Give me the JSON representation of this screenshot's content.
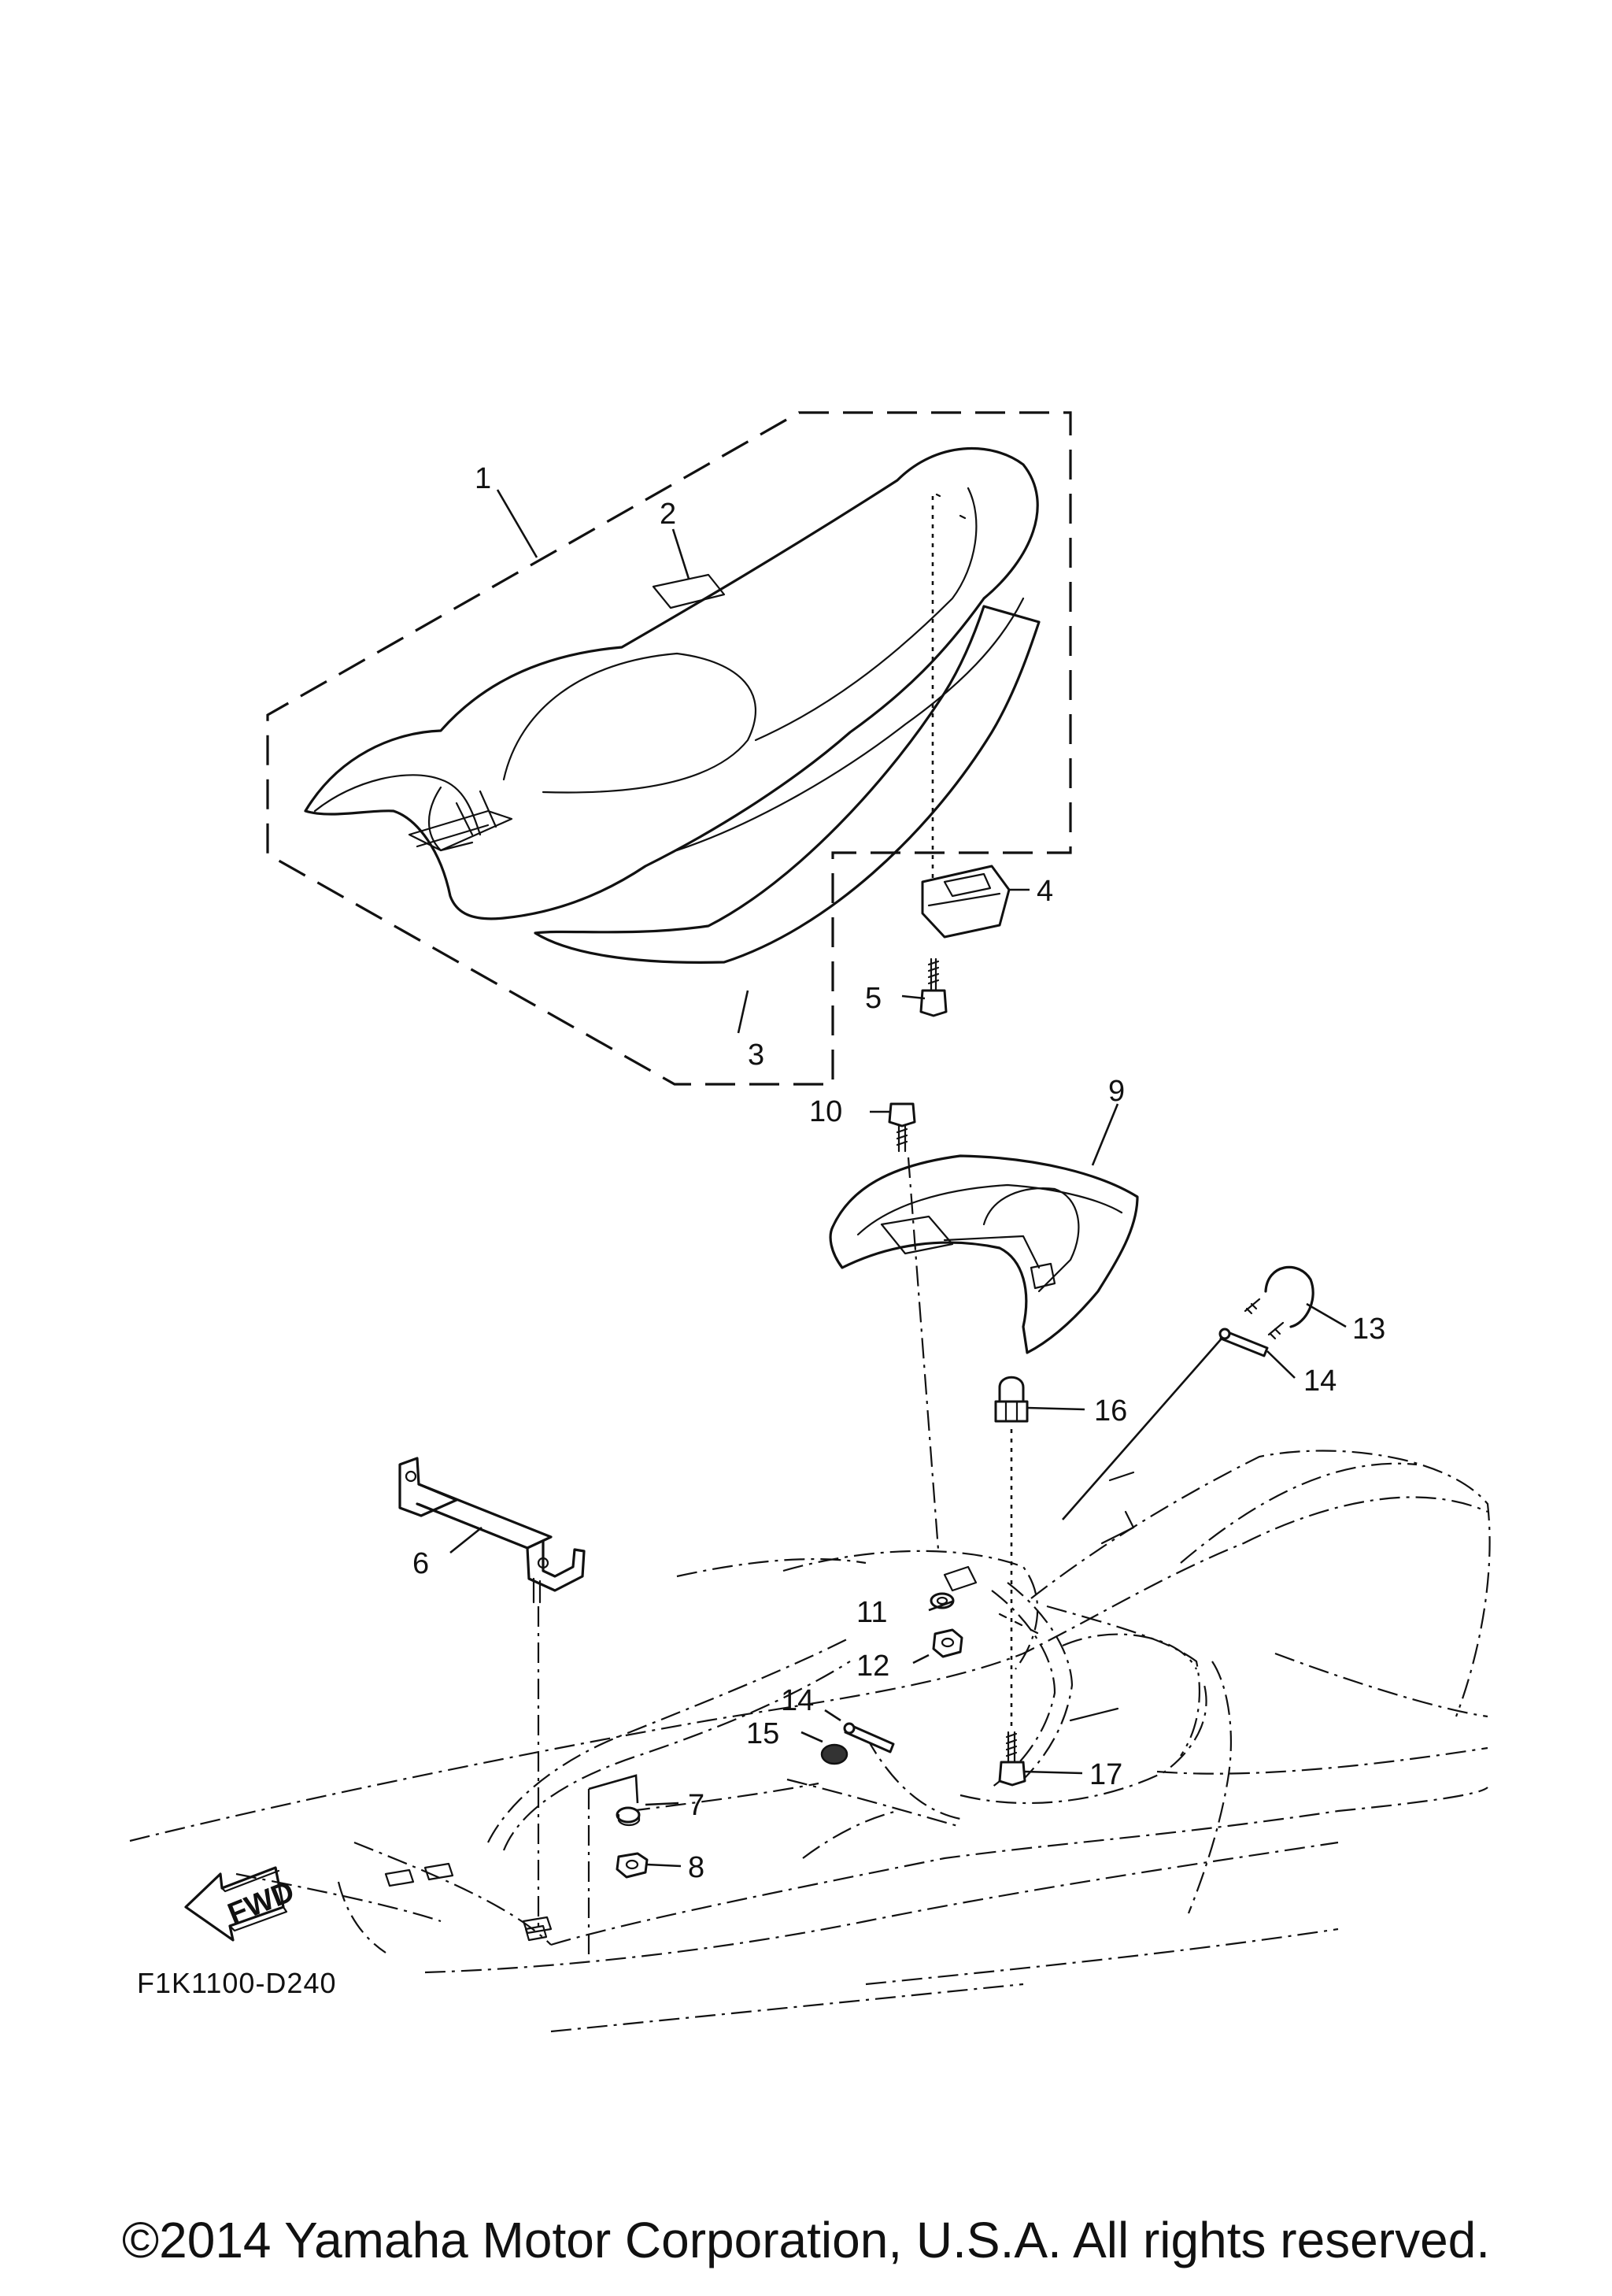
{
  "diagram": {
    "code": "F1K1100-D240",
    "forward_arrow_label": "FWD",
    "callouts": [
      {
        "id": "c1",
        "label": "1"
      },
      {
        "id": "c2",
        "label": "2"
      },
      {
        "id": "c3",
        "label": "3"
      },
      {
        "id": "c4",
        "label": "4"
      },
      {
        "id": "c5",
        "label": "5"
      },
      {
        "id": "c6",
        "label": "6"
      },
      {
        "id": "c7",
        "label": "7"
      },
      {
        "id": "c8",
        "label": "8"
      },
      {
        "id": "c9",
        "label": "9"
      },
      {
        "id": "c10",
        "label": "10"
      },
      {
        "id": "c11",
        "label": "11"
      },
      {
        "id": "c12",
        "label": "12"
      },
      {
        "id": "c13",
        "label": "13"
      },
      {
        "id": "c14a",
        "label": "14"
      },
      {
        "id": "c14b",
        "label": "14"
      },
      {
        "id": "c15",
        "label": "15"
      },
      {
        "id": "c16",
        "label": "16"
      },
      {
        "id": "c17",
        "label": "17"
      }
    ]
  },
  "footer": {
    "copyright": "©2014 Yamaha Motor Corporation, U.S.A. All rights reserved."
  }
}
